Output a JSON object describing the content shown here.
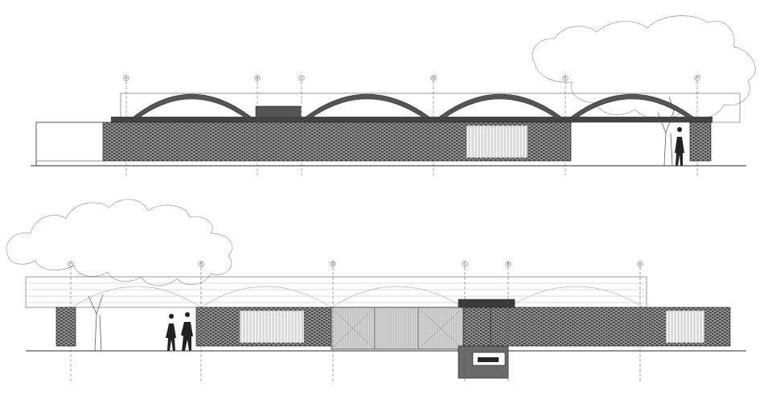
{
  "drawing": {
    "type": "architectural elevations",
    "palette": {
      "background": "#ffffff",
      "line": "#2b2b2b",
      "vault": "#555555",
      "brick_fill": "#8f8f8f",
      "brick_dark": "#3a3a3a",
      "tree_line": "#9a9a9a",
      "faint": "#b8b8b8"
    },
    "top_elevation": {
      "grid_labels": [
        "A",
        "B",
        "C",
        "D",
        "E",
        "F"
      ]
    },
    "bottom_elevation": {
      "grid_labels": [
        "F",
        "E",
        "D",
        "C",
        "B",
        "A"
      ]
    }
  }
}
